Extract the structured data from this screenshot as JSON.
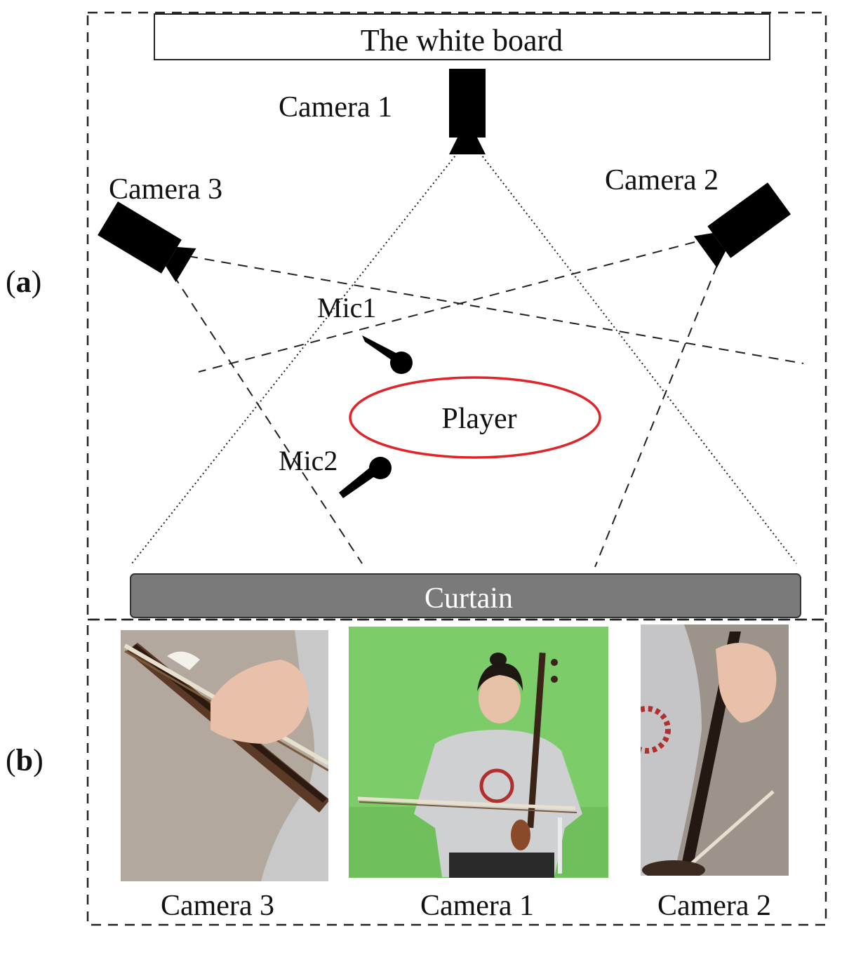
{
  "panel_a": {
    "label_open": "(",
    "label_letter": "a",
    "label_close": ")",
    "whiteboard_label": "The white board",
    "camera1_label": "Camera 1",
    "camera2_label": "Camera 2",
    "camera3_label": "Camera 3",
    "mic1_label": "Mic1",
    "mic2_label": "Mic2",
    "player_label": "Player",
    "curtain_label": "Curtain"
  },
  "panel_b": {
    "label_open": "(",
    "label_letter": "b",
    "label_close": ")",
    "photos": [
      {
        "caption": "Camera 3"
      },
      {
        "caption": "Camera 1"
      },
      {
        "caption": "Camera 2"
      }
    ]
  },
  "colors": {
    "player_ellipse": "#e0242a",
    "curtain_fill": "#7a7a7a",
    "green_screen": "#7ccc6a",
    "floor": "#b7aea4"
  }
}
